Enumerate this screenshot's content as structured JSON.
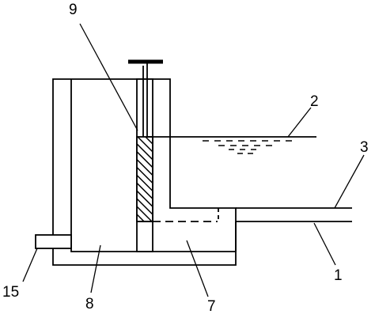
{
  "diagram": {
    "colors": {
      "stroke": "#000000",
      "background": "#ffffff",
      "fill": "#ffffff"
    },
    "labels": {
      "l9": "9",
      "l2": "2",
      "l3": "3",
      "l1": "1",
      "l15": "15",
      "l8": "8",
      "l7": "7"
    }
  }
}
